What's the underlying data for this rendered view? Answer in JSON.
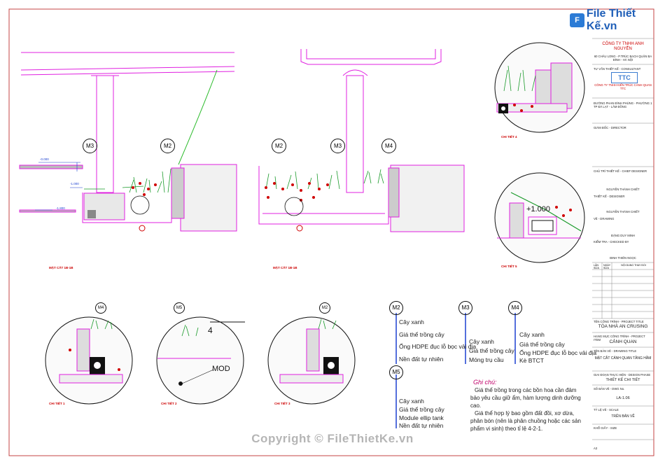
{
  "watermark": {
    "brand": "File Thiết Kế.vn",
    "copyright": "Copyright © FileThietKe.vn"
  },
  "title_block": {
    "company1": "CÔNG TY TNHH ANH NGUYỄN",
    "company1_address": "60 CHÂU LONG - P.TRÚC BẠCH QUẬN BA ĐÌNH - HÀ NỘI",
    "consultant_label": "TƯ VẤN THIẾT KẾ - CONSULTANT",
    "company2": "CÔNG TY TNHH KIẾN TRÚC CẢNH QUAN TTC",
    "company2_logo": "TTC",
    "company2_address": "ĐƯỜNG PHAN ĐÌNH PHÙNG - PHƯỜNG 1 TP ĐÀ LẠT - LÂM ĐỒNG",
    "director_label": "GIÁM ĐỐC - DIRECTOR",
    "chief_label": "CHỦ TRÌ THIẾT KẾ - CHIEF DESIGNER",
    "chief_name": "NGUYỄN THÀNH CHIẾT",
    "designer_label": "THIẾT KẾ - DESIGNER",
    "designer_name": "NGUYỄN THÀNH CHIẾT",
    "drawn_label": "VẼ - DRAWING",
    "drawn_name": "ĐẶNG DUY MINH",
    "checked_label": "KIỂM TRA - CHECKED BY",
    "checked_name": "ĐINH THIÊN NGỌC",
    "rev_headers": [
      "LẦN SỬA",
      "NGÀY SỬA",
      "NỘI DUNG THAY ĐỔI"
    ],
    "project_label": "TÊN CÔNG TRÌNH - PROJECT TITLE",
    "project": "TÒA NHÀ AN CRUSING",
    "item_label": "HẠNG MỤC CÔNG TRÌNH - PROJECT ITEM",
    "item": "CẢNH QUAN",
    "drawing_label": "TÊN BẢN VẼ - DRAWING TITLE",
    "drawing": "MẶT CẮT CẢNH QUAN TẦNG HẦM",
    "phase_label": "GIAI ĐOẠN THỰC HIỆN - DESIGN PHASE",
    "phase": "THIẾT KẾ CHI TIẾT",
    "sheet_label": "SỐ BẢN VẼ - DWG No.",
    "sheet_no": "LA-1.06",
    "scale_label": "TỶ LỆ VẼ - SCALE",
    "scale": "TRÊN BẢN VẼ",
    "size_label": "KHỔ GIẤY - SIZE",
    "size": "A3"
  },
  "section_labels": {
    "sec1": "MẶT CẮT 1B-1B",
    "sec2": "MẶT CẮT 1B-1B",
    "det1": "CHI TIẾT 1",
    "det2": "CHI TIẾT 2",
    "det3": "CHI TIẾT 3",
    "det4": "CHI TIẾT 4",
    "det5": "CHI TIẾT 5"
  },
  "markers": [
    "M3",
    "M2",
    "M2",
    "M3",
    "M4",
    "M4",
    "M5",
    "M2",
    "M2",
    "M3",
    "M4",
    "M5"
  ],
  "legend": {
    "m2": {
      "tag": "M2",
      "items": [
        "Cây xanh",
        "Giá thể trồng cây",
        "Ống HDPE đục lỗ bọc vải địa",
        "Nền đất tự nhiên"
      ]
    },
    "m3": {
      "tag": "M3",
      "items": [
        "Cây xanh",
        "Giá thể trồng cây",
        "Móng trụ cầu"
      ]
    },
    "m4": {
      "tag": "M4",
      "items": [
        "Cây xanh",
        "Giá thể trồng cây",
        "Ống HDPE đục lỗ bọc vải địa",
        "Kè BTCT"
      ]
    },
    "m5": {
      "tag": "M5",
      "items": [
        "Cây xanh",
        "Giá thể trồng cây",
        "Module ellip tank",
        "Nền đất tự nhiên"
      ]
    }
  },
  "note": {
    "title": "Ghi chú:",
    "lines": [
      "Giá thể trồng trong các bồn hoa cần đảm bảo yêu cầu giữ ẩm, hàm lượng dinh dưỡng cao.",
      "Giá thể hợp lý bao gồm đất đồi, xơ dừa, phân bón (nên là phân chuồng hoặc các sản phẩm vi sinh) theo tỉ lệ 4-2-1."
    ]
  },
  "levels": [
    "-0.000",
    "+1.000",
    "-1.000",
    "-1.800"
  ],
  "colors": {
    "magenta": "#e020e0",
    "red": "#d00000",
    "green": "#1a9a2a",
    "frame": "#c44444",
    "blue": "#1a3fd0"
  }
}
